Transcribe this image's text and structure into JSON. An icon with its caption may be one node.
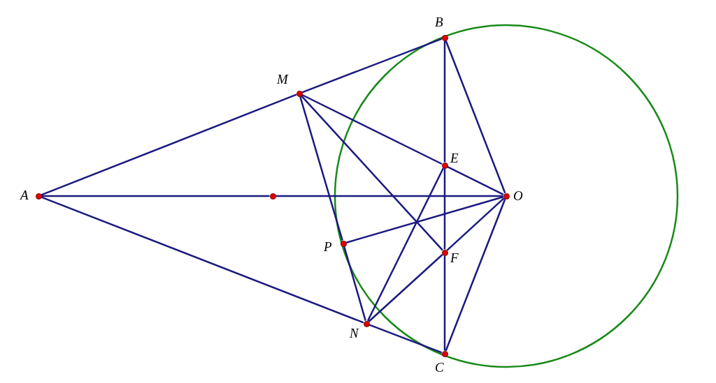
{
  "diagram": {
    "nodes": [
      {
        "text": [
          "B"
        ]
      },
      {
        "text": [
          "M"
        ]
      },
      {
        "text": [
          "E"
        ]
      },
      {
        "text": [
          "A"
        ]
      },
      {
        "text": [],
        "shape": "circle"
      },
      {
        "text": [
          "O"
        ]
      },
      {
        "text": [
          "P"
        ]
      },
      {
        "text": [
          "F"
        ]
      },
      {
        "text": [
          "N"
        ]
      },
      {
        "text": [
          "C"
        ]
      }
    ],
    "edges": [
      {
        "from": 3,
        "to": 1,
        "arrow": "none"
      },
      {
        "from": 1,
        "to": 0,
        "arrow": "none"
      },
      {
        "from": 3,
        "to": 4,
        "arrow": "none"
      },
      {
        "from": 4,
        "to": 5,
        "arrow": "none"
      },
      {
        "from": 3,
        "to": 8,
        "arrow": "none"
      },
      {
        "from": 8,
        "to": 9,
        "arrow": "none"
      },
      {
        "from": 0,
        "to": 2,
        "arrow": "none"
      },
      {
        "from": 2,
        "to": 7,
        "arrow": "none"
      },
      {
        "from": 7,
        "to": 9,
        "arrow": "none"
      },
      {
        "from": 0,
        "to": 5,
        "arrow": "none"
      },
      {
        "from": 9,
        "to": 5,
        "arrow": "none"
      },
      {
        "from": 1,
        "to": 2,
        "arrow": "none"
      },
      {
        "from": 2,
        "to": 5,
        "arrow": "none"
      },
      {
        "from": 1,
        "to": 6,
        "arrow": "none"
      },
      {
        "from": 6,
        "to": 8,
        "arrow": "none"
      },
      {
        "from": 1,
        "to": 7,
        "arrow": "none"
      },
      {
        "from": 8,
        "to": 7,
        "arrow": "none"
      },
      {
        "from": 7,
        "to": 5,
        "arrow": "none"
      },
      {
        "from": 8,
        "to": 2,
        "arrow": "none"
      },
      {
        "from": 6,
        "to": 5,
        "arrow": "none"
      }
    ]
  }
}
